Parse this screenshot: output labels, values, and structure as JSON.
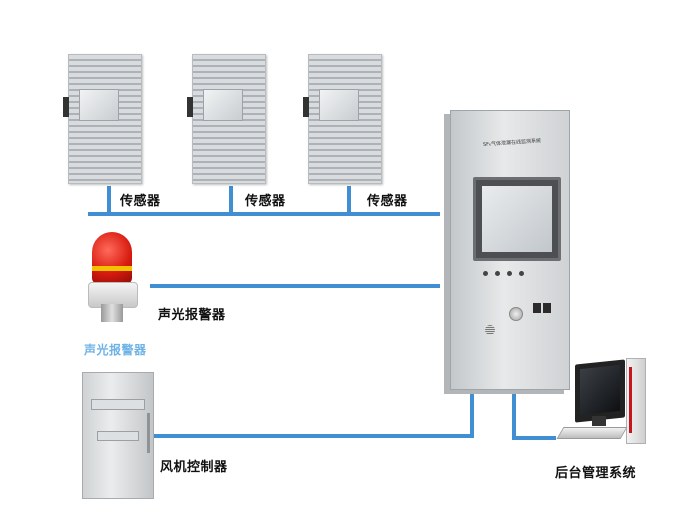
{
  "labels": {
    "sensor_1": "传感器",
    "sensor_2": "传感器",
    "sensor_3": "传感器",
    "alarm_right": "声光报警器",
    "alarm_bottom": "声光报警器",
    "fan_controller": "风机控制器",
    "backend_system": "后台管理系统"
  },
  "cabinet": {
    "title": "SF₆气体泄漏在线监测系统"
  },
  "colors": {
    "wire": "#3f8fd2",
    "alarm_caption": "#6fb3e6"
  },
  "icons": {
    "sensor": "sensor-box-icon",
    "alarm": "alarm-beacon-icon",
    "fan_controller": "control-box-icon",
    "cabinet": "monitoring-cabinet-icon",
    "computer": "desktop-computer-icon"
  }
}
